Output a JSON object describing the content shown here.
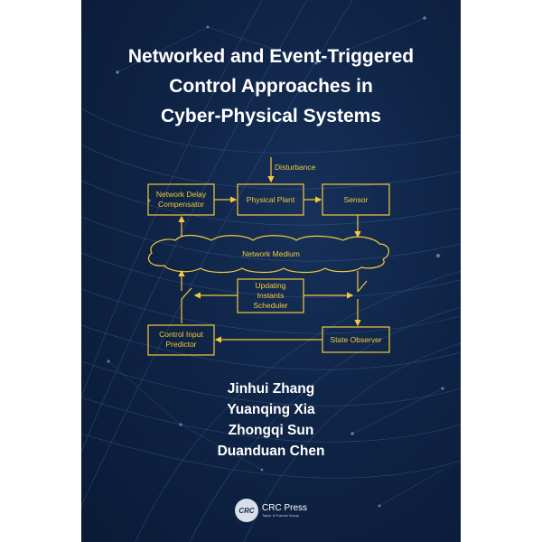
{
  "title": {
    "line1": "Networked and Event-Triggered",
    "line2": "Control Approaches in",
    "line3": "Cyber-Physical Systems"
  },
  "diagram": {
    "disturbance": "Disturbance",
    "compensator_line1": "Network Delay",
    "compensator_line2": "Compensator",
    "plant": "Physical Plant",
    "sensor": "Sensor",
    "network": "Network Medium",
    "scheduler_line1": "Updating",
    "scheduler_line2": "Instants",
    "scheduler_line3": "Scheduler",
    "predictor_line1": "Control Input",
    "predictor_line2": "Predictor",
    "observer": "State Observer"
  },
  "authors": [
    "Jinhui Zhang",
    "Yuanqing Xia",
    "Zhongqi Sun",
    "Duanduan Chen"
  ],
  "publisher": {
    "logo_text": "CRC",
    "name": "CRC Press",
    "tagline": "Taylor & Francis Group"
  },
  "colors": {
    "background": "#0f2446",
    "title": "#ffffff",
    "diagram": "#f4c93c"
  }
}
